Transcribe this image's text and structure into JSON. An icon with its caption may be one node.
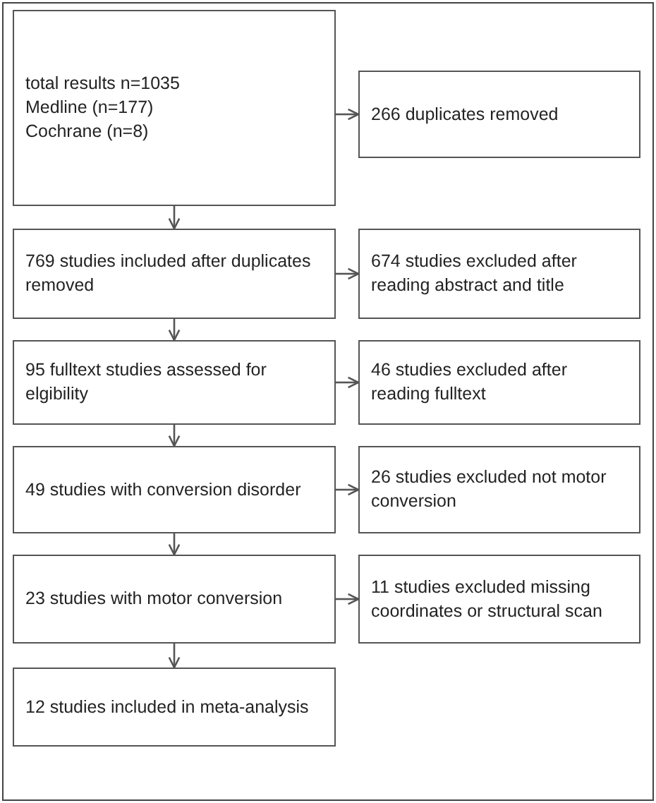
{
  "diagram": {
    "nodes": [
      {
        "text": [
          "total results n=1035",
          "Medline (n=177)",
          "Cochrane (n=8)"
        ]
      },
      {
        "text": [
          "266 duplicates removed"
        ]
      },
      {
        "text": [
          "769 studies included after duplicates removed"
        ]
      },
      {
        "text": [
          "674 studies excluded after reading abstract and title"
        ]
      },
      {
        "text": [
          "95 fulltext studies assessed for elgibility"
        ]
      },
      {
        "text": [
          "46 studies excluded after reading fulltext"
        ]
      },
      {
        "text": [
          "49 studies with conversion disorder"
        ]
      },
      {
        "text": [
          "26 studies excluded not motor conversion"
        ]
      },
      {
        "text": [
          "23 studies with motor conversion"
        ]
      },
      {
        "text": [
          "11 studies excluded missing coordinates or structural scan"
        ]
      },
      {
        "text": [
          "12 studies included in meta-analysis"
        ]
      }
    ],
    "edges": [
      {
        "from": 0,
        "to": 1,
        "arrow": "to"
      },
      {
        "from": 0,
        "to": 2,
        "arrow": "to"
      },
      {
        "from": 2,
        "to": 3,
        "arrow": "to"
      },
      {
        "from": 2,
        "to": 4,
        "arrow": "to"
      },
      {
        "from": 4,
        "to": 5,
        "arrow": "to"
      },
      {
        "from": 4,
        "to": 6,
        "arrow": "to"
      },
      {
        "from": 6,
        "to": 7,
        "arrow": "to"
      },
      {
        "from": 6,
        "to": 8,
        "arrow": "to"
      },
      {
        "from": 8,
        "to": 9,
        "arrow": "to"
      },
      {
        "from": 8,
        "to": 10,
        "arrow": "to"
      }
    ]
  }
}
